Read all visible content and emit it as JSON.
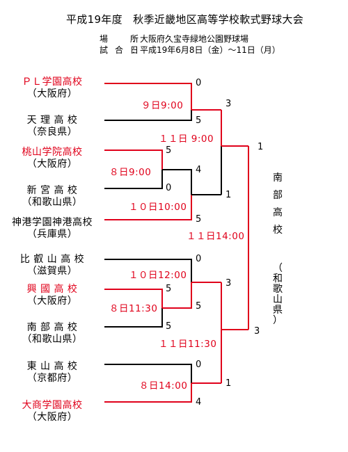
{
  "title": "平成19年度　秋季近畿地区高等学校軟式野球大会",
  "venue": {
    "label": "場　所",
    "value": "：大阪府久宝寺緑地公園野球場"
  },
  "dates": {
    "label": "試合日",
    "value": "：平成19年6月8日（金）～11日（月）"
  },
  "teams": [
    {
      "name": "ＰＬ学園高校",
      "pref": "（大阪府）",
      "winner": true
    },
    {
      "name": "天 理 高 校",
      "pref": "（奈良県）",
      "winner": false
    },
    {
      "name": "桃山学院高校",
      "pref": "（大阪府）",
      "winner": true
    },
    {
      "name": "新 宮 高 校",
      "pref": "（和歌山県）",
      "winner": false
    },
    {
      "name": "神港学園神港高校",
      "pref": "（兵庫県）",
      "winner": false
    },
    {
      "name": "比 叡 山 高 校",
      "pref": "（滋賀県）",
      "winner": false
    },
    {
      "name": "興 國 高 校",
      "pref": "（大阪府）",
      "winner": true
    },
    {
      "name": "南 部 高 校",
      "pref": "（和歌山県）",
      "winner": false
    },
    {
      "name": "東 山 高 校",
      "pref": "（京都府）",
      "winner": false
    },
    {
      "name": "大商学園高校",
      "pref": "（大阪府）",
      "winner": true
    }
  ],
  "scores": {
    "m1": [
      "0",
      "5"
    ],
    "m2": [
      "5",
      "0"
    ],
    "m3": [
      "4",
      "5"
    ],
    "m4": [
      "3",
      "1"
    ],
    "m5": [
      "0",
      "5"
    ],
    "m6": [
      "5",
      "5"
    ],
    "m7": [
      "0",
      "4"
    ],
    "m8": [
      "3",
      "1"
    ],
    "final": [
      "1",
      "3"
    ]
  },
  "times": {
    "m1": "９日9:00",
    "m2": "８日9:00",
    "m3": "１０日10:00",
    "m4": "１１日 9:00",
    "m5": "１０日12:00",
    "m6": "８日11:30",
    "m7": "８日14:00",
    "m8": "１１日11:30",
    "final": "１１日14:00"
  },
  "champion": {
    "name": "南部高校",
    "pref": "（和歌山県）"
  },
  "colors": {
    "winner_line": "#e0001a",
    "loser_line": "#000000",
    "winner_text": "#e0001a"
  }
}
